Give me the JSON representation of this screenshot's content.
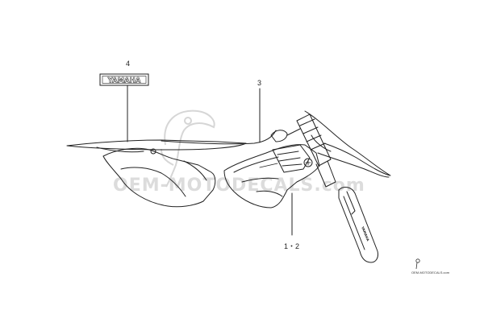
{
  "callouts": {
    "c4": "4",
    "c3": "3",
    "c12": "1・2"
  },
  "emblem": {
    "text": "YAMAHA"
  },
  "watermark": {
    "text": "OEM-MOTODECALS.com",
    "small_text": "OEM-MOTODECALS.com"
  },
  "colors": {
    "line": "#222222",
    "watermark": "#dcdcdc"
  }
}
